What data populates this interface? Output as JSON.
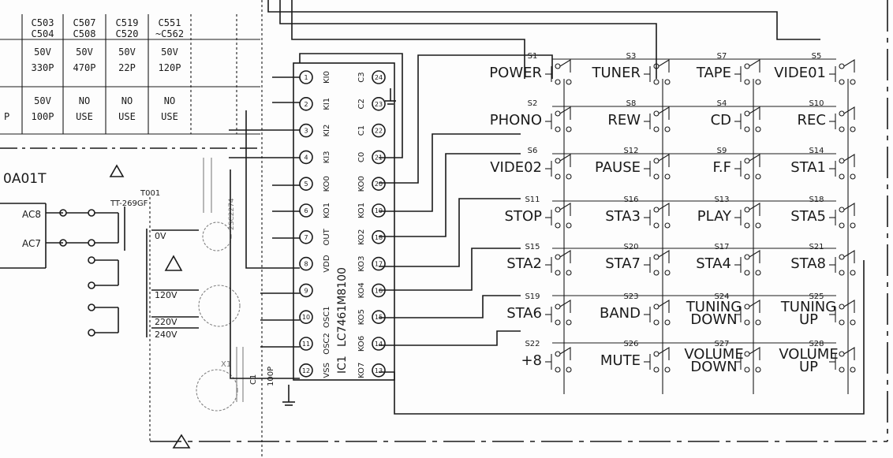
{
  "capacitor_table": {
    "rows": [
      [
        "C503",
        "C507",
        "C519",
        "C551"
      ],
      [
        "C504",
        "C508",
        "C520",
        "~C562"
      ],
      [
        "50V",
        "50V",
        "50V",
        "50V"
      ],
      [
        "330P",
        "470P",
        "22P",
        "120P"
      ],
      [
        "50V",
        "NO",
        "NO",
        "NO"
      ],
      [
        "100P",
        "USE",
        "USE",
        "USE"
      ]
    ],
    "row_prefix": "P"
  },
  "transformer": {
    "label_left": "0A01T",
    "ref": "T001",
    "part": "TT-269GF",
    "inputs": [
      "AC8",
      "AC7"
    ],
    "taps": [
      "0V",
      "120V",
      "220V",
      "240V"
    ]
  },
  "ic": {
    "ref": "IC1",
    "part": "LC7461M8100",
    "left_pins": [
      {
        "num": "1",
        "name": "KI0"
      },
      {
        "num": "2",
        "name": "KI1"
      },
      {
        "num": "3",
        "name": "KI2"
      },
      {
        "num": "4",
        "name": "KI3"
      },
      {
        "num": "5",
        "name": "KO0"
      },
      {
        "num": "6",
        "name": "KO1"
      },
      {
        "num": "7",
        "name": "OUT"
      },
      {
        "num": "8",
        "name": "VDD"
      },
      {
        "num": "9",
        "name": ""
      },
      {
        "num": "10",
        "name": "OSC1"
      },
      {
        "num": "11",
        "name": "OSC2"
      },
      {
        "num": "12",
        "name": "VSS"
      }
    ],
    "right_pins": [
      {
        "num": "24",
        "name": "C3"
      },
      {
        "num": "23",
        "name": "C2"
      },
      {
        "num": "22",
        "name": "C1"
      },
      {
        "num": "21",
        "name": "C0"
      },
      {
        "num": "20",
        "name": "KO0"
      },
      {
        "num": "19",
        "name": "KO1"
      },
      {
        "num": "18",
        "name": "KO2"
      },
      {
        "num": "17",
        "name": "KO3"
      },
      {
        "num": "16",
        "name": "KO4"
      },
      {
        "num": "15",
        "name": "KO5"
      },
      {
        "num": "14",
        "name": "KO6"
      },
      {
        "num": "13",
        "name": "KO7"
      }
    ],
    "side_parts": [
      "2SC2274",
      "X1",
      "C1",
      "100P"
    ]
  },
  "switches": [
    {
      "id": "S1",
      "label": "POWER"
    },
    {
      "id": "S3",
      "label": "TUNER"
    },
    {
      "id": "S7",
      "label": "TAPE"
    },
    {
      "id": "S5",
      "label": "VIDE01"
    },
    {
      "id": "S2",
      "label": "PHONO"
    },
    {
      "id": "S8",
      "label": "REW"
    },
    {
      "id": "S4",
      "label": "CD"
    },
    {
      "id": "S10",
      "label": "REC"
    },
    {
      "id": "S6",
      "label": "VIDE02"
    },
    {
      "id": "S12",
      "label": "PAUSE"
    },
    {
      "id": "S9",
      "label": "F.F"
    },
    {
      "id": "S14",
      "label": "STA1"
    },
    {
      "id": "S11",
      "label": "STOP"
    },
    {
      "id": "S16",
      "label": "STA3"
    },
    {
      "id": "S13",
      "label": "PLAY"
    },
    {
      "id": "S18",
      "label": "STA5"
    },
    {
      "id": "S15",
      "label": "STA2"
    },
    {
      "id": "S20",
      "label": "STA7"
    },
    {
      "id": "S17",
      "label": "STA4"
    },
    {
      "id": "S21",
      "label": "STA8"
    },
    {
      "id": "S19",
      "label": "STA6"
    },
    {
      "id": "S23",
      "label": "BAND"
    },
    {
      "id": "S24",
      "label": "TUNING DOWN"
    },
    {
      "id": "S25",
      "label": "TUNING UP"
    },
    {
      "id": "S22",
      "label": "+8"
    },
    {
      "id": "S26",
      "label": "MUTE"
    },
    {
      "id": "S27",
      "label": "VOLUME DOWN"
    },
    {
      "id": "S28",
      "label": "VOLUME UP"
    }
  ]
}
